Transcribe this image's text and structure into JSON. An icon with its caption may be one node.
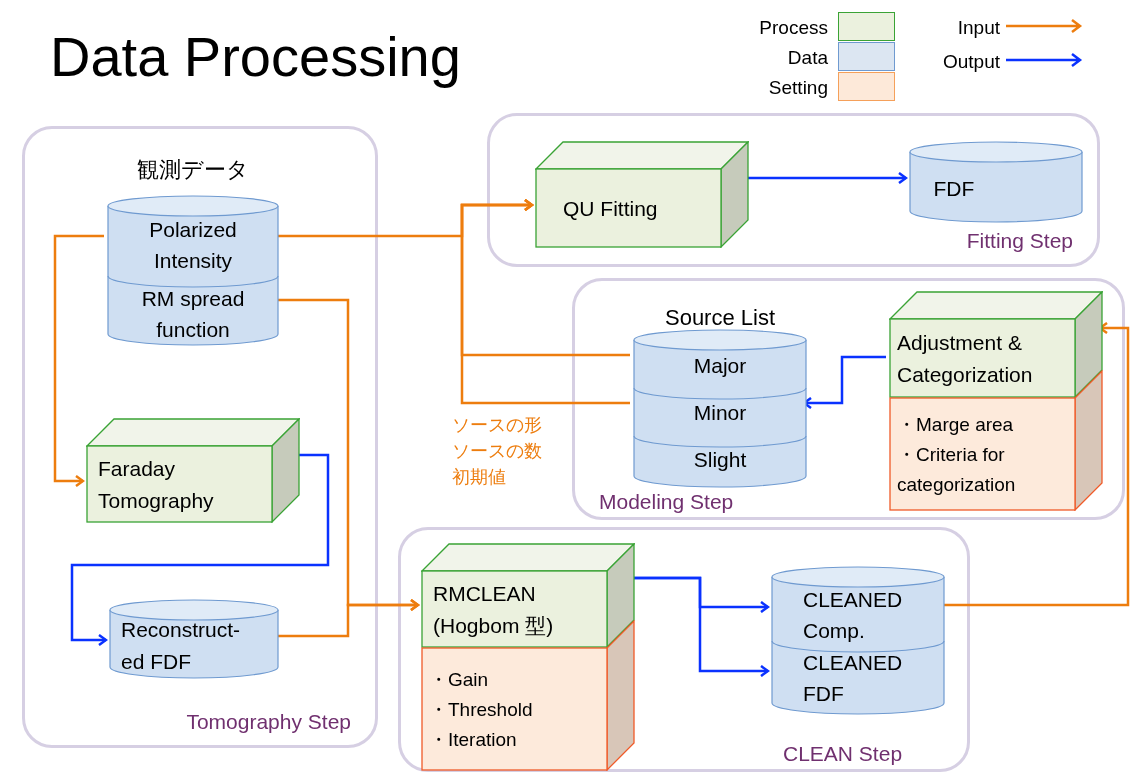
{
  "diagram": {
    "title": "Data Processing",
    "nodes": [
      {
        "text": [
          "Tomography Step"
        ]
      },
      {
        "text": [
          "観測データ"
        ],
        "in": 0
      },
      {
        "text": [
          "Polarized Intensity"
        ],
        "in": 1
      },
      {
        "text": [
          "RM spread function"
        ],
        "in": 1
      },
      {
        "text": [
          "Faraday Tomography"
        ],
        "in": 0
      },
      {
        "text": [
          "Reconstruct-ed FDF"
        ],
        "in": 0
      },
      {
        "text": [
          "Fitting Step"
        ]
      },
      {
        "text": [
          "QU Fitting"
        ],
        "in": 6
      },
      {
        "text": [
          "FDF"
        ],
        "in": 6
      },
      {
        "text": [
          "Modeling Step"
        ]
      },
      {
        "text": [
          "Source List"
        ],
        "in": 9
      },
      {
        "text": [
          "Major"
        ],
        "in": 10
      },
      {
        "text": [
          "Minor"
        ],
        "in": 10
      },
      {
        "text": [
          "Slight"
        ],
        "in": 10
      },
      {
        "text": [
          "Adjustment & Categorization"
        ],
        "in": 9
      },
      {
        "text": [
          "・Marge area",
          "・Criteria for categorization"
        ],
        "in": 9
      },
      {
        "text": [
          "CLEAN Step"
        ]
      },
      {
        "text": [
          "RMCLEAN (Hogbom 型)"
        ],
        "in": 16
      },
      {
        "text": [
          "・Gain",
          "・Threshold",
          "・Iteration"
        ],
        "in": 16
      },
      {
        "text": [],
        "shape": "cylinder",
        "in": 16
      },
      {
        "text": [
          "CLEANED Comp."
        ],
        "in": 19
      },
      {
        "text": [
          "CLEANED FDF"
        ],
        "in": 19
      }
    ],
    "edges": [
      {
        "from": 2,
        "to": 7,
        "arrow": "to"
      },
      {
        "from": 2,
        "to": 4,
        "arrow": "to"
      },
      {
        "from": 11,
        "to": 7,
        "arrow": "to"
      },
      {
        "from": 12,
        "to": 7,
        "arrow": "to",
        "label": "ソースの形ソースの数初期値"
      },
      {
        "from": 3,
        "to": 17,
        "arrow": "to"
      },
      {
        "from": 5,
        "to": 17,
        "arrow": "to"
      },
      {
        "from": 4,
        "to": 5,
        "arrow": "to",
        "color": "#0a32ff"
      },
      {
        "from": 7,
        "to": 8,
        "arrow": "to",
        "color": "#0a32ff"
      },
      {
        "from": 14,
        "to": 12,
        "arrow": "to",
        "color": "#0a32ff"
      },
      {
        "from": 17,
        "to": 20,
        "arrow": "to",
        "color": "#0a32ff"
      },
      {
        "from": 17,
        "to": 21,
        "arrow": "to",
        "color": "#0a32ff"
      },
      {
        "from": 20,
        "to": 14,
        "arrow": "to"
      }
    ],
    "legend": [
      {
        "text": "Process",
        "color": "#ebf1de"
      },
      {
        "text": "Data",
        "color": "#dce6f2"
      },
      {
        "text": "Setting",
        "color": "#fde9d9"
      },
      {
        "text": "Input"
      },
      {
        "text": "Output"
      }
    ]
  }
}
